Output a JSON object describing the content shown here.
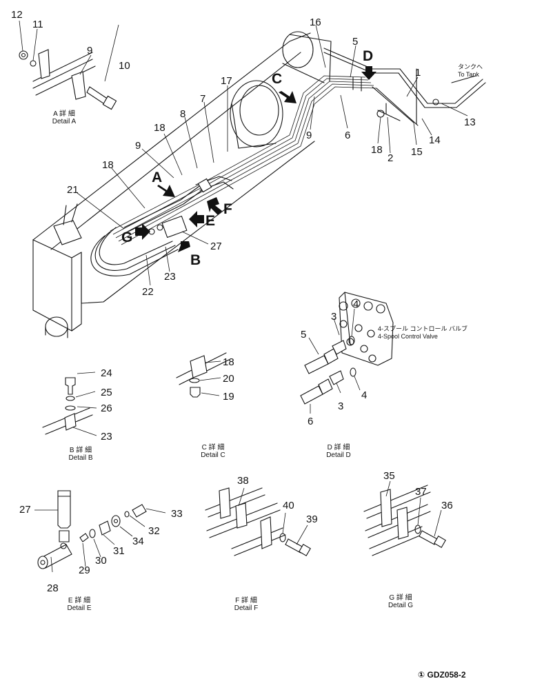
{
  "drawing_number": "① GDZ058-2",
  "view_letters": [
    "A",
    "B",
    "C",
    "D",
    "E",
    "F",
    "G"
  ],
  "part_numbers": [
    "1",
    "2",
    "3",
    "4",
    "5",
    "6",
    "7",
    "8",
    "9",
    "10",
    "11",
    "12",
    "13",
    "14",
    "15",
    "16",
    "17",
    "18",
    "19",
    "20",
    "21",
    "22",
    "23",
    "24",
    "25",
    "26",
    "27",
    "28",
    "29",
    "30",
    "31",
    "32",
    "33",
    "34",
    "35",
    "36",
    "37",
    "38",
    "39",
    "40"
  ],
  "details": {
    "a": {
      "jp": "A 詳 細",
      "en": "Detail A"
    },
    "b": {
      "jp": "B 詳 細",
      "en": "Detail B"
    },
    "c": {
      "jp": "C 詳 細",
      "en": "Detail C"
    },
    "d": {
      "jp": "D 詳 細",
      "en": "Detail D"
    },
    "e": {
      "jp": "E 詳 細",
      "en": "Detail E"
    },
    "f": {
      "jp": "F 詳 細",
      "en": "Detail F"
    },
    "g": {
      "jp": "G 詳 細",
      "en": "Detail G"
    }
  },
  "notes": {
    "tank_jp": "タンクへ",
    "tank_en": "To Tank",
    "valve_jp": "4-スプール コントロール バルブ",
    "valve_en": "4-Spool Control Valve"
  }
}
